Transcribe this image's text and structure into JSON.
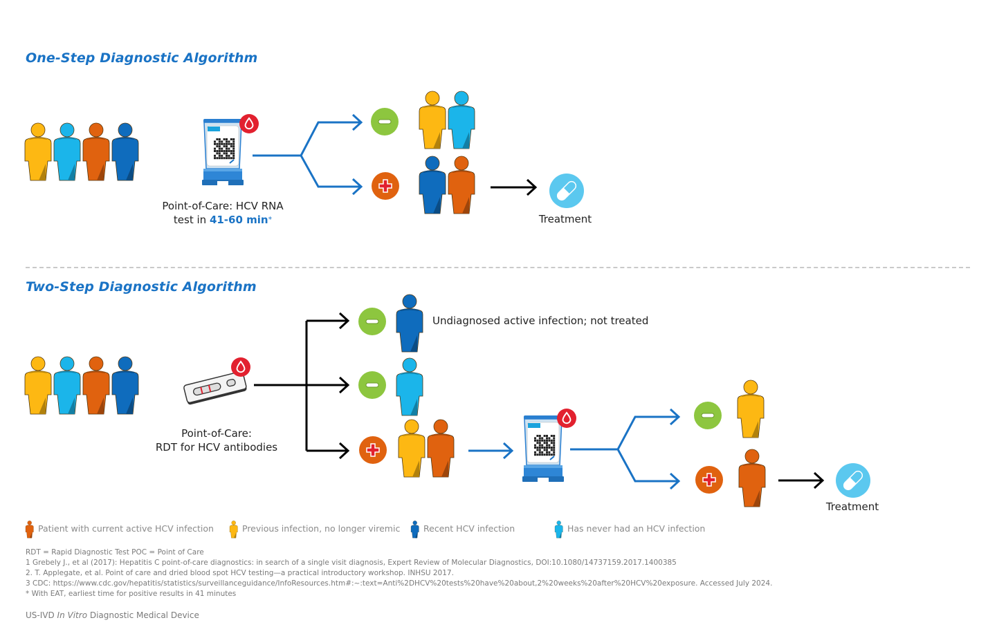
{
  "colors": {
    "title_blue": "#1a73c5",
    "arrow_blue": "#1a73c5",
    "active": "#e0620f",
    "previous": "#fdb813",
    "recent": "#0f6cbd",
    "never": "#1bb5ea",
    "negative": "#8dc63f",
    "positive": "#e0620f",
    "drop_red": "#e2212f",
    "pill_bg": "#5bc8ef"
  },
  "one_step": {
    "title": "One-Step Diagnostic Algorithm",
    "population": [
      "previous",
      "never",
      "active",
      "recent"
    ],
    "test_icon": "cartridge-icon",
    "caption_line1": "Point-of-Care: HCV RNA",
    "caption_line2_prefix": "test in ",
    "caption_highlight": "41-60 min",
    "caption_star": "*",
    "negative_result": {
      "icon": "minus-circle-icon",
      "people": [
        "previous",
        "never"
      ]
    },
    "positive_result": {
      "icon": "plus-circle-icon",
      "people": [
        "recent",
        "active"
      ]
    },
    "treatment_label": "Treatment"
  },
  "two_step": {
    "title": "Two-Step Diagnostic Algorithm",
    "population": [
      "previous",
      "never",
      "active",
      "recent"
    ],
    "test_icon": "rapid-test-strip-icon",
    "caption_line1": "Point-of-Care:",
    "caption_line2": "RDT for HCV antibodies",
    "branches": [
      {
        "result": "negative",
        "people": [
          "recent"
        ],
        "note": "Undiagnosed active infection; not treated"
      },
      {
        "result": "negative",
        "people": [
          "never"
        ],
        "note": ""
      },
      {
        "result": "positive",
        "people": [
          "previous",
          "active"
        ],
        "note": ""
      }
    ],
    "confirm_test_icon": "cartridge-icon",
    "confirm_negative": {
      "people": [
        "previous"
      ]
    },
    "confirm_positive": {
      "people": [
        "active"
      ]
    },
    "treatment_label": "Treatment"
  },
  "legend": [
    {
      "type": "active",
      "label": "Patient with current active HCV infection"
    },
    {
      "type": "previous",
      "label": "Previous infection, no longer viremic"
    },
    {
      "type": "recent",
      "label": "Recent HCV infection"
    },
    {
      "type": "never",
      "label": "Has never had an HCV infection"
    }
  ],
  "footnotes": {
    "abbrev": "RDT = Rapid Diagnostic Test     POC = Point of Care",
    "refs": [
      "1   Grebely J., et al (2017): Hepatitis C point-of-care diagnostics: in search of a single visit diagnosis, Expert Review of Molecular Diagnostics, DOI:10.1080/14737159.2017.1400385",
      "2.   T. Applegate, et al. Point of care and dried blood spot HCV testing—a practical introductory workshop. INHSU 2017.",
      "3    CDC: https://www.cdc.gov/hepatitis/statistics/surveillanceguidance/InfoResources.htm#:~:text=Anti%2DHCV%20tests%20have%20about,2%20weeks%20after%20HCV%20exposure. Accessed July 2024.",
      "*     With EAT, earliest time for positive results in 41 minutes"
    ],
    "device_prefix": "US-IVD ",
    "device_italic": "In Vitro",
    "device_suffix": " Diagnostic Medical Device"
  }
}
